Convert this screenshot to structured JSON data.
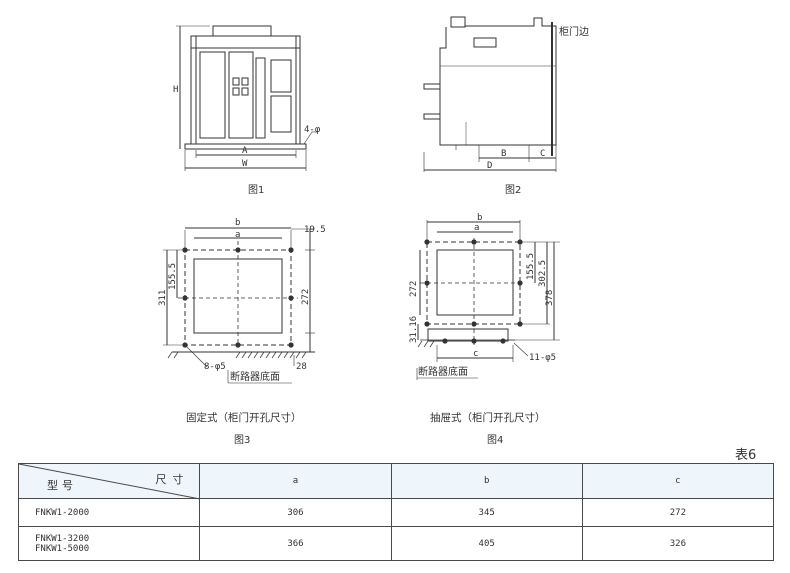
{
  "figures": {
    "fig1": {
      "caption": "图1",
      "labels": {
        "height": "H",
        "width_a": "A",
        "width_w": "W",
        "holes": "4-φ"
      }
    },
    "fig2": {
      "caption": "图2",
      "labels": {
        "door_edge": "柜门边",
        "dim_b": "B",
        "dim_c": "C",
        "dim_d": "D"
      }
    },
    "fig3": {
      "caption": "图3",
      "subtitle": "固定式（柜门开孔尺寸）",
      "labels": {
        "b": "b",
        "a": "a",
        "dim_19_5": "19.5",
        "dim_155_5": "155.5",
        "dim_311": "311",
        "dim_272": "272",
        "dim_28": "28",
        "holes": "8-φ5",
        "breaker_bottom": "断路器底面"
      }
    },
    "fig4": {
      "caption": "图4",
      "subtitle": "抽屉式（柜门开孔尺寸）",
      "labels": {
        "b": "b",
        "a": "a",
        "c": "c",
        "dim_272": "272",
        "dim_155_5": "155.5",
        "dim_302_5": "302.5",
        "dim_378": "378",
        "dim_31_16": "31.16",
        "holes": "11-φ5",
        "breaker_bottom": "断路器底面"
      }
    }
  },
  "table": {
    "title": "表6",
    "header": {
      "size": "尺寸",
      "model": "型号",
      "cols": [
        "a",
        "b",
        "c"
      ]
    },
    "rows": [
      {
        "model": "FNKW1-2000",
        "a": "306",
        "b": "345",
        "c": "272"
      },
      {
        "model": "FNKW1-3200\nFNKW1-5000",
        "a": "366",
        "b": "405",
        "c": "326"
      }
    ]
  }
}
